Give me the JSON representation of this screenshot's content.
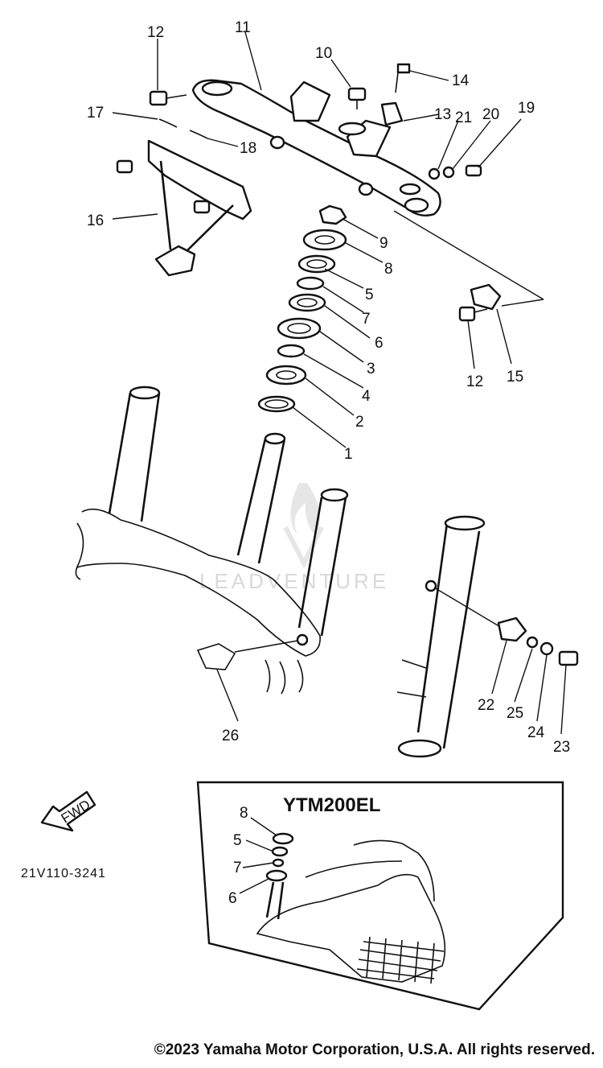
{
  "parts_diagram": {
    "callouts": {
      "c1": "1",
      "c2": "2",
      "c3": "3",
      "c4": "4",
      "c5": "5",
      "c6": "6",
      "c7": "7",
      "c8": "8",
      "c9": "9",
      "c10": "10",
      "c11": "11",
      "c12a": "12",
      "c12b": "12",
      "c13": "13",
      "c14": "14",
      "c15": "15",
      "c16": "16",
      "c17": "17",
      "c18": "18",
      "c19": "19",
      "c20": "20",
      "c21": "21",
      "c22": "22",
      "c23": "23",
      "c24": "24",
      "c25": "25",
      "c26": "26"
    },
    "inset": {
      "title": "YTM200EL",
      "c8": "8",
      "c5": "5",
      "c7": "7",
      "c6": "6"
    },
    "fwd_label": "FWD",
    "diagram_code": "21V110-3241",
    "watermark": "LEADVENTURE"
  },
  "footer": {
    "copyright": "©2023 Yamaha Motor Corporation, U.S.A. All rights reserved."
  }
}
